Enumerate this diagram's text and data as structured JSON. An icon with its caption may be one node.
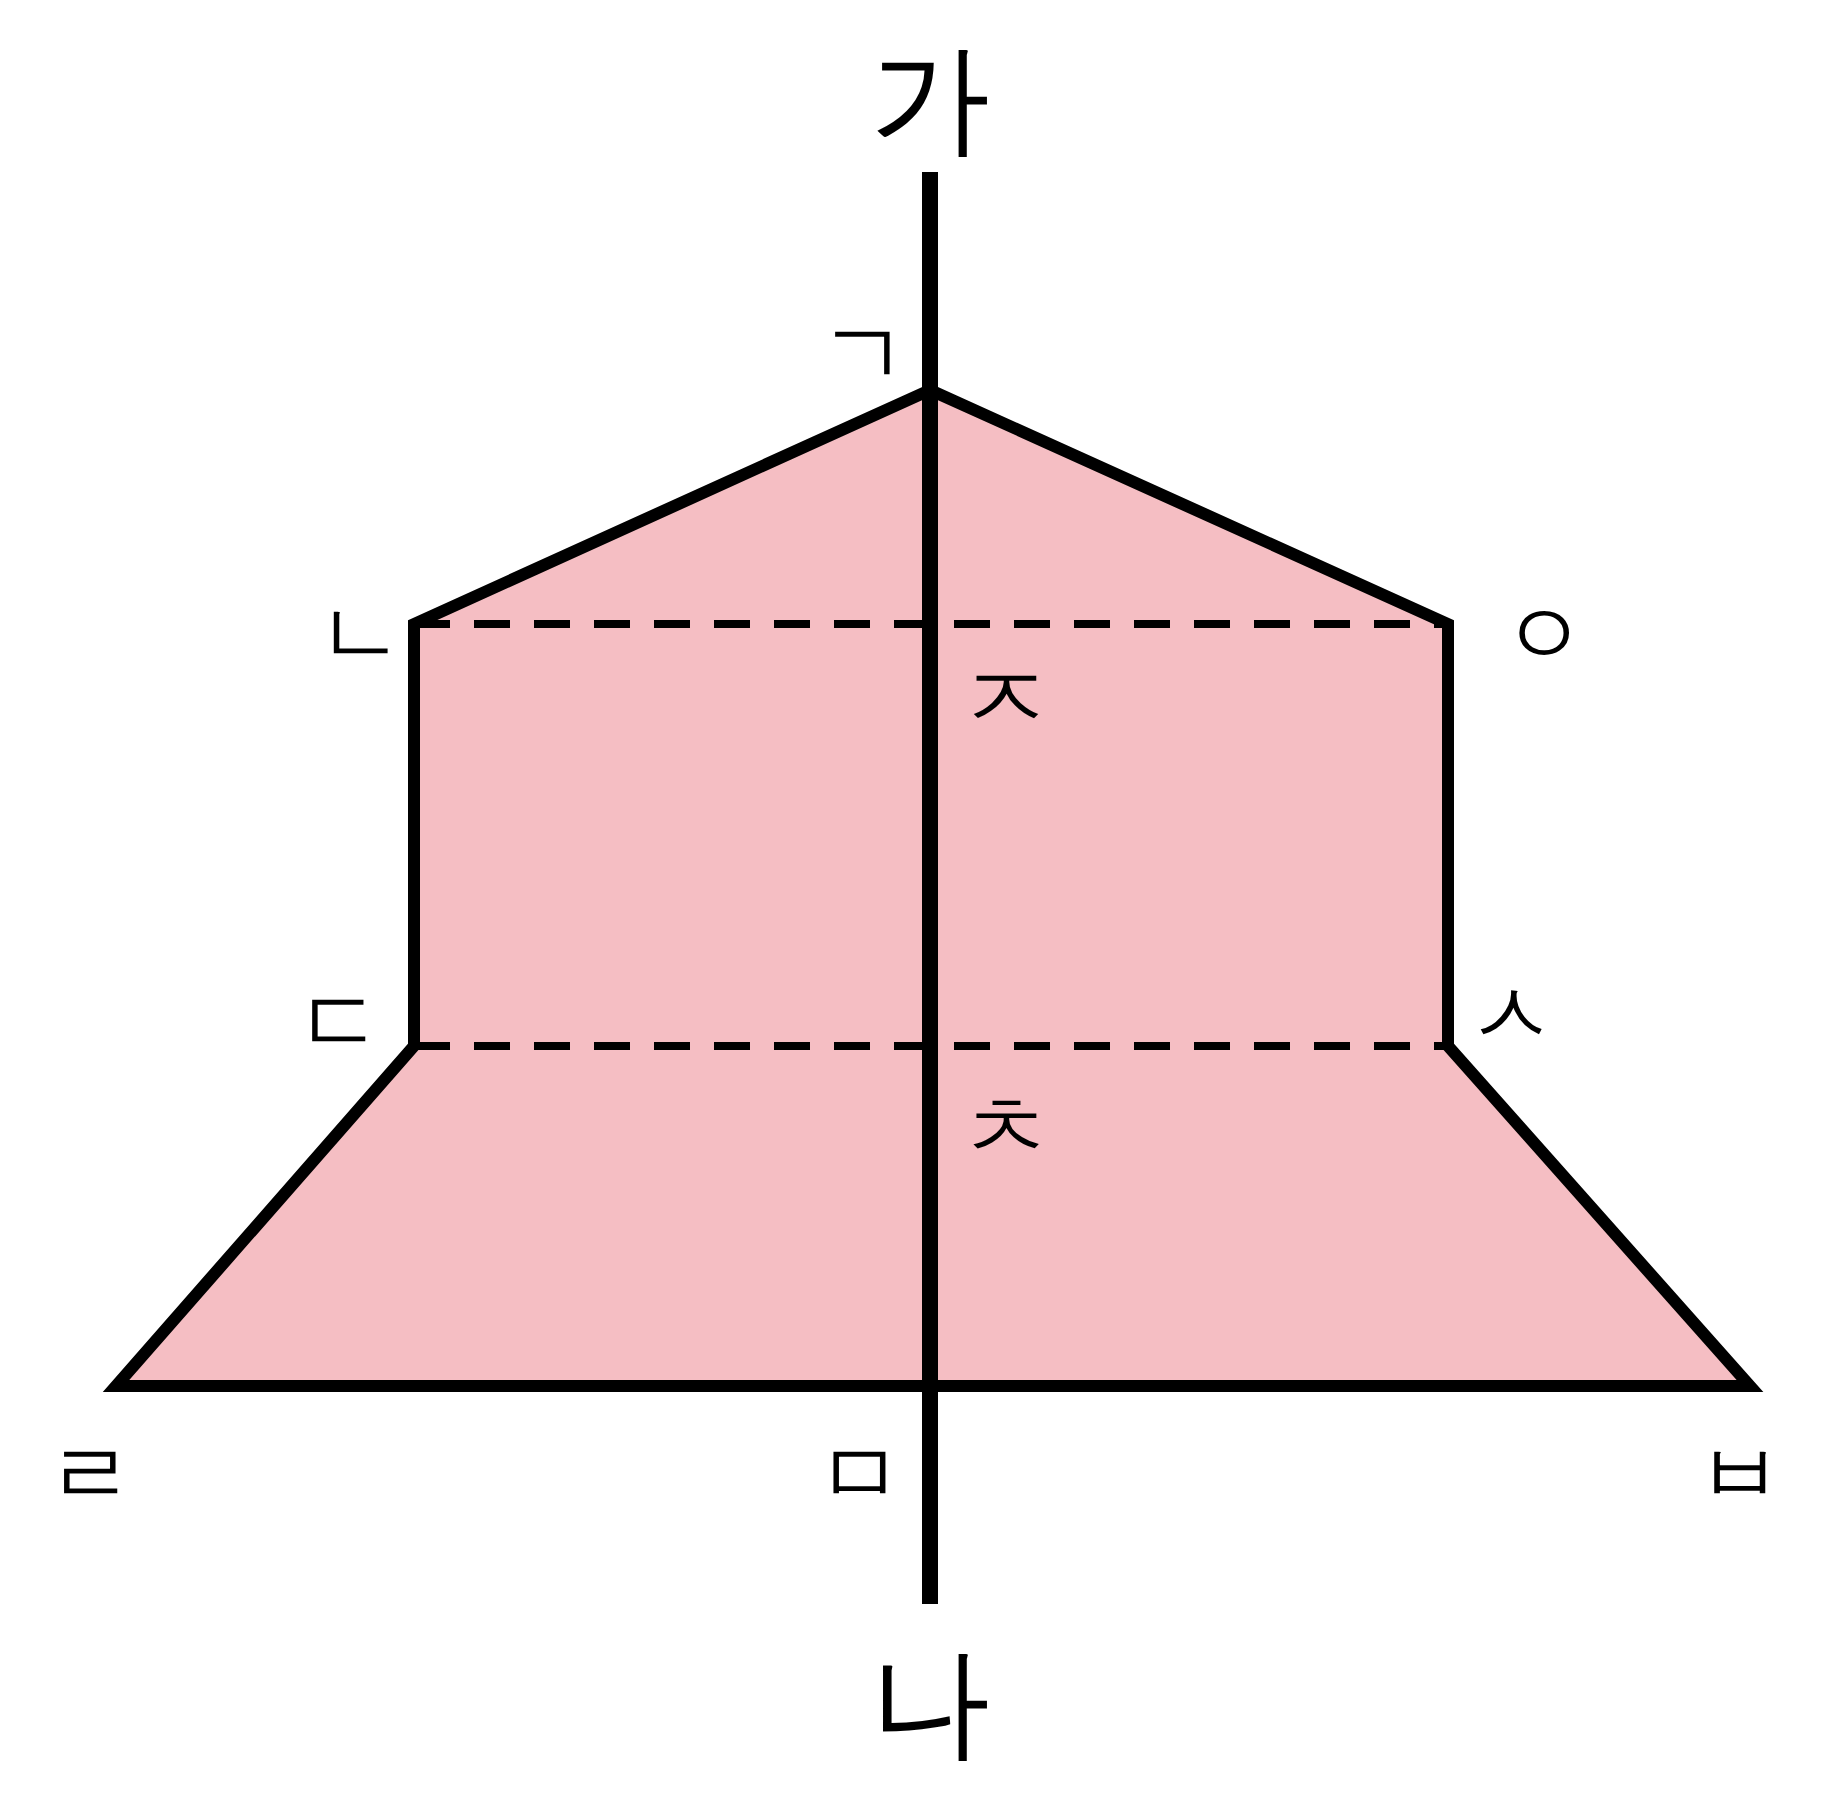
{
  "diagram": {
    "labels": [
      "가",
      "ㄱ",
      "ㄴ",
      "ㅇ",
      "ㅈ",
      "ㄷ",
      "ㅅ",
      "ㅊ",
      "ㄹ",
      "ㅁ",
      "ㅂ",
      "나"
    ]
  }
}
